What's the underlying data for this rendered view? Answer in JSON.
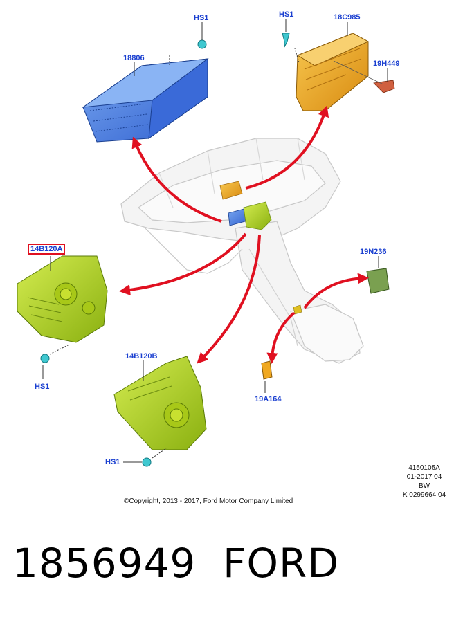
{
  "labels": {
    "hs1_top_left": "HS1",
    "p18806": "18806",
    "hs1_top_right": "HS1",
    "p18C985": "18C985",
    "p19H449": "19H449",
    "p14B120A": "14B120A",
    "p19N236": "19N236",
    "p14B120B": "14B120B",
    "hs1_left": "HS1",
    "p19A164": "19A164",
    "hs1_bottom": "HS1"
  },
  "reference": {
    "line1": "4150105A",
    "line2": "01-2017 04",
    "line3": "BW",
    "line4": "K 0299664 04"
  },
  "copyright": "©Copyright, 2013 - 2017, Ford Motor Company Limited",
  "footer": {
    "part_number": "1856949",
    "brand": "FORD"
  },
  "colors": {
    "label_blue": "#1a3fd0",
    "arrow_red": "#e01020",
    "module_blue": "#4a7fe0",
    "module_orange": "#f0a820",
    "panel_green": "#b8d820",
    "screw_cyan": "#40c8d0"
  }
}
